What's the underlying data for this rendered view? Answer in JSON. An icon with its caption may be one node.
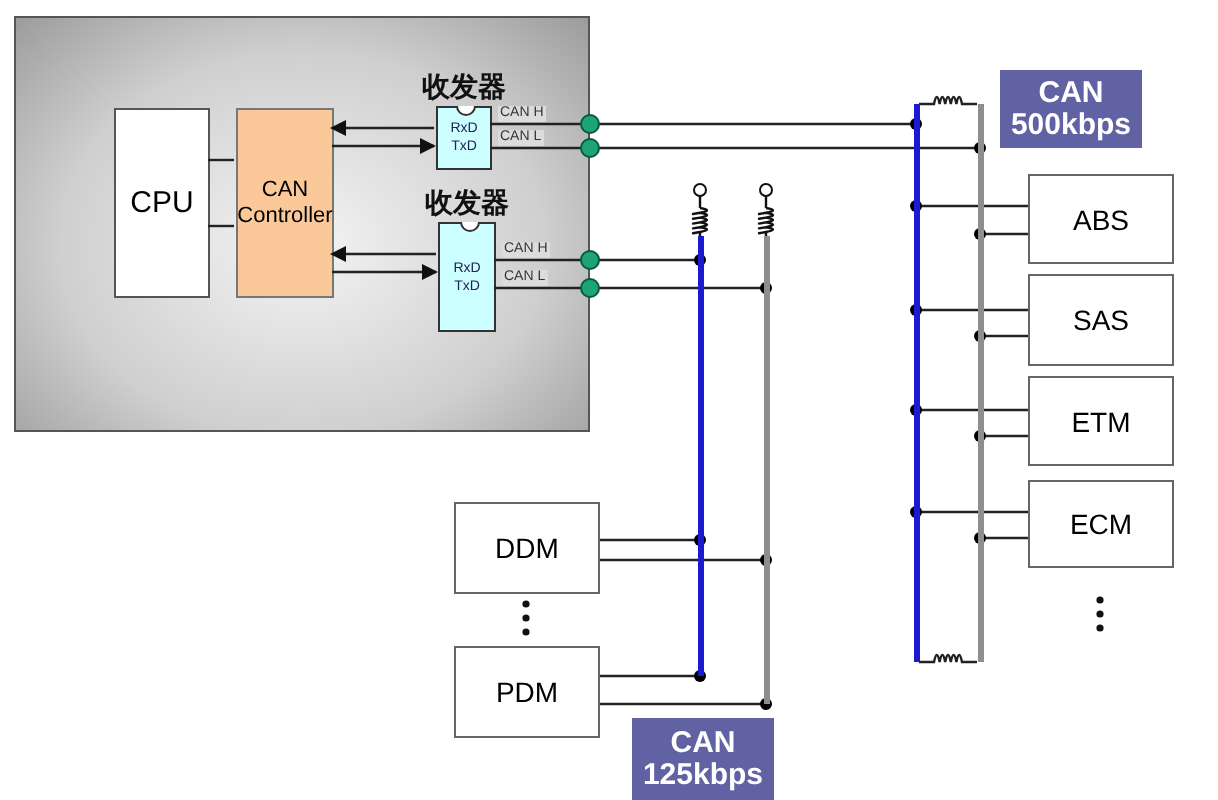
{
  "diagram": {
    "nodes": [
      {
        "text": [],
        "shape": "box"
      },
      {
        "text": [
          "CPU"
        ],
        "in": 0
      },
      {
        "text": [
          "CAN Controller"
        ],
        "in": 0
      },
      {
        "text": [
          "收发器",
          "RxD TxD"
        ],
        "in": 0
      },
      {
        "text": [
          "收发器",
          "RxD TxD"
        ],
        "in": 0
      },
      {
        "text": [
          "CAN 500kbps"
        ]
      },
      {
        "text": [],
        "shape": "bar"
      },
      {
        "text": [],
        "shape": "bar"
      },
      {
        "text": [],
        "shape": "bar"
      },
      {
        "text": [],
        "shape": "bar"
      },
      {
        "text": [
          "ABS"
        ]
      },
      {
        "text": [
          "SAS"
        ]
      },
      {
        "text": [
          "ETM"
        ]
      },
      {
        "text": [
          "ECM"
        ]
      },
      {
        "text": [
          "DDM"
        ]
      },
      {
        "text": [
          "PDM"
        ]
      },
      {
        "text": [
          "CAN 125kbps"
        ]
      }
    ],
    "edges": [
      {
        "from": 1,
        "to": 2,
        "arrow": "none"
      },
      {
        "from": 1,
        "to": 2,
        "arrow": "none"
      },
      {
        "from": 3,
        "to": 2,
        "arrow": "to"
      },
      {
        "from": 2,
        "to": 3,
        "arrow": "to"
      },
      {
        "from": 4,
        "to": 2,
        "arrow": "to"
      },
      {
        "from": 2,
        "to": 4,
        "arrow": "to"
      },
      {
        "from": 3,
        "to": 8,
        "arrow": "none",
        "label": "CAN H"
      },
      {
        "from": 3,
        "to": 9,
        "arrow": "none",
        "label": "CAN L"
      },
      {
        "from": 4,
        "to": 6,
        "arrow": "none",
        "label": "CAN H"
      },
      {
        "from": 4,
        "to": 7,
        "arrow": "none",
        "label": "CAN L"
      },
      {
        "from": 10,
        "to": 8,
        "arrow": "none"
      },
      {
        "from": 10,
        "to": 9,
        "arrow": "none"
      },
      {
        "from": 11,
        "to": 8,
        "arrow": "none"
      },
      {
        "from": 11,
        "to": 9,
        "arrow": "none"
      },
      {
        "from": 12,
        "to": 8,
        "arrow": "none"
      },
      {
        "from": 12,
        "to": 9,
        "arrow": "none"
      },
      {
        "from": 13,
        "to": 8,
        "arrow": "none"
      },
      {
        "from": 13,
        "to": 9,
        "arrow": "none"
      },
      {
        "from": 14,
        "to": 6,
        "arrow": "none"
      },
      {
        "from": 14,
        "to": 7,
        "arrow": "none"
      },
      {
        "from": 15,
        "to": 6,
        "arrow": "none"
      },
      {
        "from": 15,
        "to": 7,
        "arrow": "none"
      },
      {
        "from": 8,
        "to": 9,
        "arrow": "none"
      },
      {
        "from": 8,
        "to": 9,
        "arrow": "none"
      }
    ]
  }
}
